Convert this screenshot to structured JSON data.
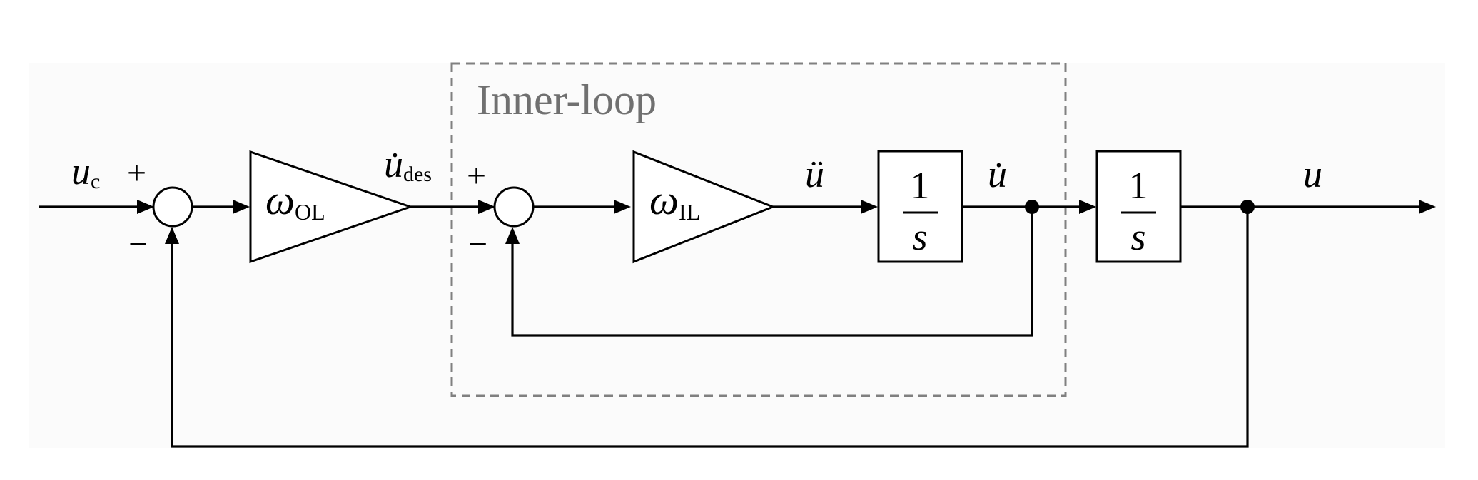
{
  "diagram": {
    "inner_loop_label": "Inner-loop",
    "input": {
      "symbol": "u",
      "subscript": "c"
    },
    "sum1": {
      "plus": "+",
      "minus": "−"
    },
    "sum2": {
      "plus": "+",
      "minus": "−"
    },
    "gain_outer": {
      "symbol": "ω",
      "subscript": "OL"
    },
    "gain_inner": {
      "symbol": "ω",
      "subscript": "IL"
    },
    "signal_udot_des": {
      "symbol": "u̇",
      "subscript": "des"
    },
    "signal_uddot": "ü",
    "signal_udot": "u̇",
    "signal_u": "u",
    "integrator1": {
      "numerator": "1",
      "denominator": "s"
    },
    "integrator2": {
      "numerator": "1",
      "denominator": "s"
    },
    "colors": {
      "background": "#fbfbfb",
      "line": "#000000",
      "inner_loop_border": "#808080",
      "inner_loop_text": "#707070"
    }
  }
}
